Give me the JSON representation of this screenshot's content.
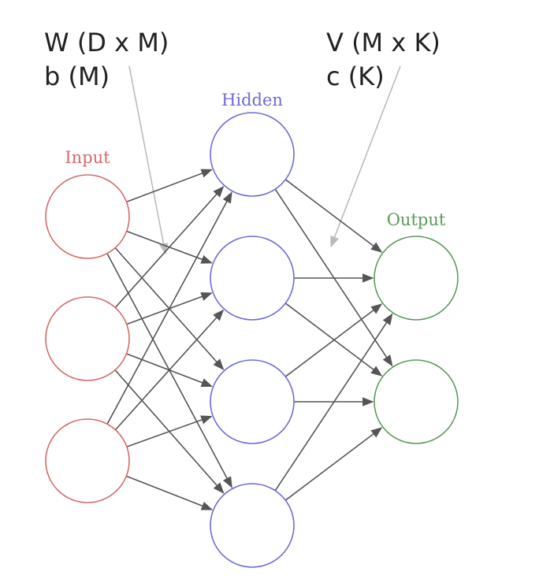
{
  "annotations": {
    "w_label": "W (D x M)",
    "b_label": "b (M)",
    "v_label": "V (M x K)",
    "c_label": "c (K)"
  },
  "layers": {
    "input": {
      "label": "Input",
      "color": "#d46a6a",
      "units": 3
    },
    "hidden": {
      "label": "Hidden",
      "color": "#6b6bd9",
      "units": 4
    },
    "output": {
      "label": "Output",
      "color": "#5a9a5a",
      "units": 2
    }
  },
  "colors": {
    "edge": "#555555",
    "pointer": "#bbbbbb"
  }
}
